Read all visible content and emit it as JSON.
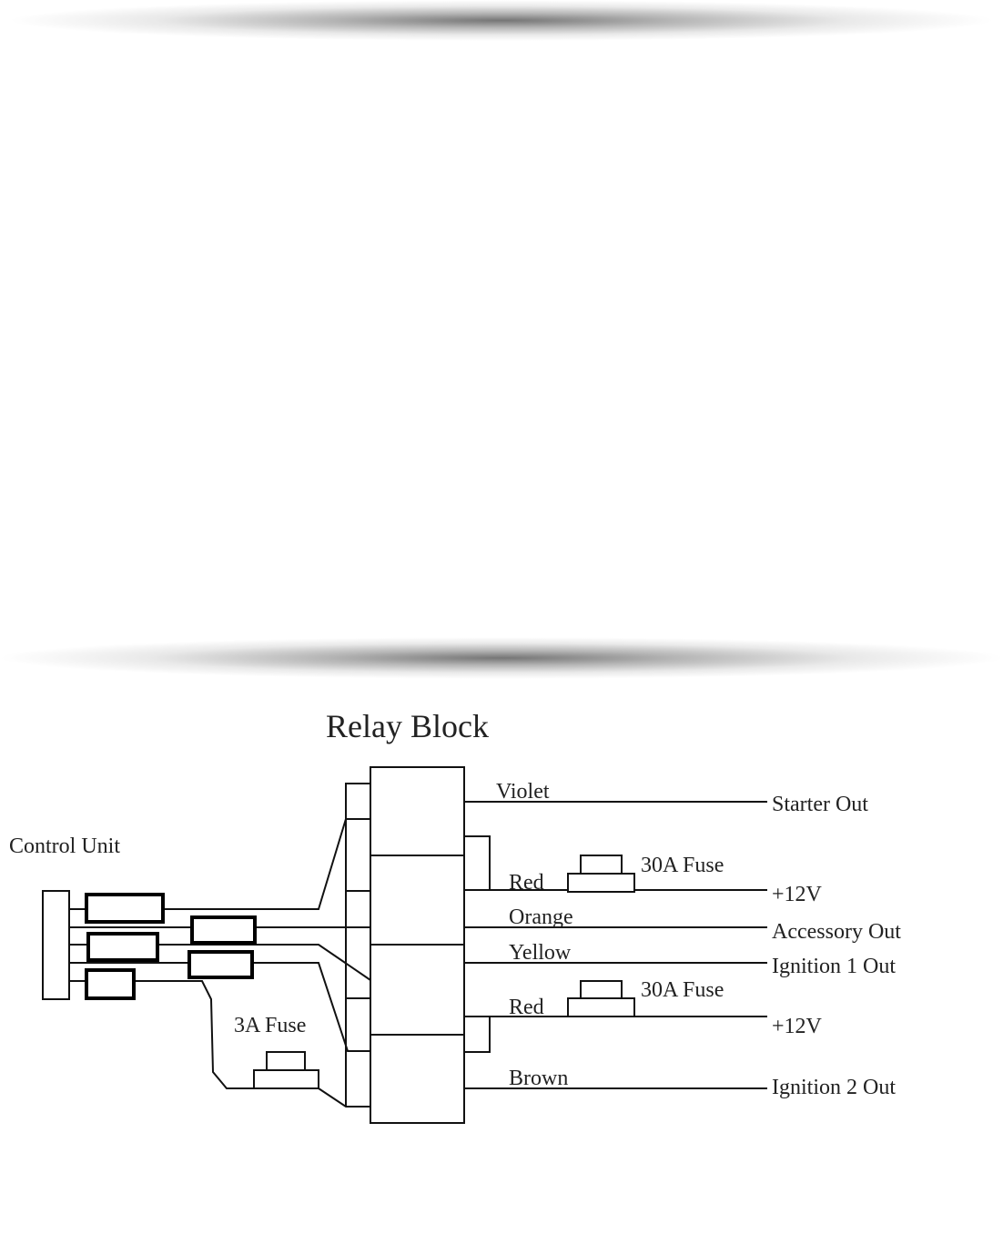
{
  "decorations": {
    "top_shade": "horizontal gray gradient bar",
    "mid_shade": "horizontal gray gradient bar"
  },
  "diagram": {
    "title": "Relay Block",
    "control_unit_label": "Control Unit",
    "small_fuse_label": "3A Fuse",
    "wires": [
      {
        "color": "Violet",
        "output": "Starter Out"
      },
      {
        "color": "Red",
        "fuse": "30A Fuse",
        "output": "+12V"
      },
      {
        "color": "Orange",
        "output": "Accessory Out"
      },
      {
        "color": "Yellow",
        "output": "Ignition 1 Out"
      },
      {
        "color": "Red",
        "fuse": "30A Fuse",
        "output": "+12V"
      },
      {
        "color": "Brown",
        "output": "Ignition 2 Out"
      }
    ],
    "redacted_boxes": 5
  }
}
